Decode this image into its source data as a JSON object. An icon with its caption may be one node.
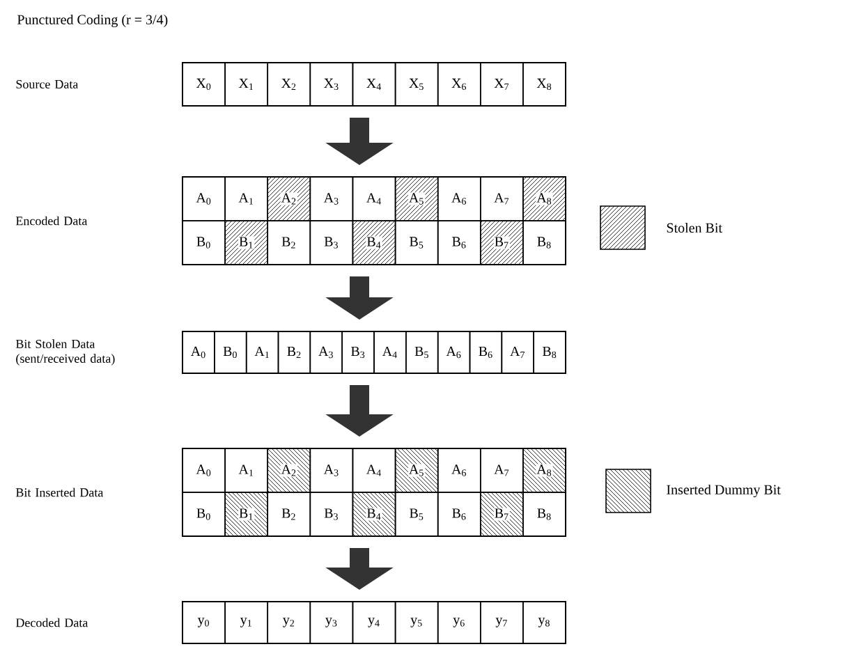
{
  "diagram": {
    "title": "Punctured Coding (r = 3/4)",
    "nodes": [
      {
        "text": [],
        "shape": "box"
      },
      {
        "text": [
          "X$_{0}$"
        ],
        "in": 0
      },
      {
        "text": [
          "X$_{1}$"
        ],
        "in": 0
      },
      {
        "text": [
          "X$_{2}$"
        ],
        "in": 0
      },
      {
        "text": [
          "X$_{3}$"
        ],
        "in": 0
      },
      {
        "text": [
          "X$_{4}$"
        ],
        "in": 0
      },
      {
        "text": [
          "X$_{5}$"
        ],
        "in": 0
      },
      {
        "text": [
          "X$_{6}$"
        ],
        "in": 0
      },
      {
        "text": [
          "X$_{7}$"
        ],
        "in": 0
      },
      {
        "text": [
          "X$_{8}$"
        ],
        "in": 0
      },
      {
        "text": [],
        "shape": "box"
      },
      {
        "text": [
          "A$_{0}$"
        ],
        "in": 10
      },
      {
        "text": [
          "A$_{1}$"
        ],
        "in": 10
      },
      {
        "text": [
          "A$_{2}$"
        ],
        "in": 10
      },
      {
        "text": [
          "A$_{3}$"
        ],
        "in": 10
      },
      {
        "text": [
          "A$_{4}$"
        ],
        "in": 10
      },
      {
        "text": [
          "A$_{5}$"
        ],
        "in": 10
      },
      {
        "text": [
          "A$_{6}$"
        ],
        "in": 10
      },
      {
        "text": [
          "A$_{7}$"
        ],
        "in": 10
      },
      {
        "text": [
          "A$_{8}$"
        ],
        "in": 10
      },
      {
        "text": [
          "B$_{0}$"
        ],
        "in": 10
      },
      {
        "text": [
          "B$_{1}$"
        ],
        "in": 10
      },
      {
        "text": [
          "B$_{2}$"
        ],
        "in": 10
      },
      {
        "text": [
          "B$_{3}$"
        ],
        "in": 10
      },
      {
        "text": [
          "B$_{4}$"
        ],
        "in": 10
      },
      {
        "text": [
          "B$_{5}$"
        ],
        "in": 10
      },
      {
        "text": [
          "B$_{6}$"
        ],
        "in": 10
      },
      {
        "text": [
          "B$_{7}$"
        ],
        "in": 10
      },
      {
        "text": [
          "B$_{8}$"
        ],
        "in": 10
      },
      {
        "text": [],
        "shape": "box"
      },
      {
        "text": [
          "A$_{0}$"
        ],
        "in": 29
      },
      {
        "text": [
          "B$_{0}$"
        ],
        "in": 29
      },
      {
        "text": [
          "A$_{1}$"
        ],
        "in": 29
      },
      {
        "text": [
          "B$_{2}$"
        ],
        "in": 29
      },
      {
        "text": [
          "A$_{3}$"
        ],
        "in": 29
      },
      {
        "text": [
          "B$_{3}$"
        ],
        "in": 29
      },
      {
        "text": [
          "A$_{4}$"
        ],
        "in": 29
      },
      {
        "text": [
          "B$_{5}$"
        ],
        "in": 29
      },
      {
        "text": [
          "A$_{6}$"
        ],
        "in": 29
      },
      {
        "text": [
          "B$_{6}$"
        ],
        "in": 29
      },
      {
        "text": [
          "A$_{7}$"
        ],
        "in": 29
      },
      {
        "text": [
          "B$_{8}$"
        ],
        "in": 29
      },
      {
        "text": [],
        "shape": "box"
      },
      {
        "text": [
          "A$_{0}$"
        ],
        "in": 42
      },
      {
        "text": [
          "A$_{1}$"
        ],
        "in": 42
      },
      {
        "text": [
          "A$_{2}$"
        ],
        "in": 42
      },
      {
        "text": [
          "A$_{3}$"
        ],
        "in": 42
      },
      {
        "text": [
          "A$_{4}$"
        ],
        "in": 42
      },
      {
        "text": [
          "A$_{5}$"
        ],
        "in": 42
      },
      {
        "text": [
          "A$_{6}$"
        ],
        "in": 42
      },
      {
        "text": [
          "A$_{7}$"
        ],
        "in": 42
      },
      {
        "text": [
          "A$_{8}$"
        ],
        "in": 42
      },
      {
        "text": [
          "B$_{0}$"
        ],
        "in": 42
      },
      {
        "text": [
          "B$_{1}$"
        ],
        "in": 42
      },
      {
        "text": [
          "B$_{2}$"
        ],
        "in": 42
      },
      {
        "text": [
          "B$_{3}$"
        ],
        "in": 42
      },
      {
        "text": [
          "B$_{4}$"
        ],
        "in": 42
      },
      {
        "text": [
          "B$_{5}$"
        ],
        "in": 42
      },
      {
        "text": [
          "B$_{6}$"
        ],
        "in": 42
      },
      {
        "text": [
          "B$_{7}$"
        ],
        "in": 42
      },
      {
        "text": [
          "B$_{8}$"
        ],
        "in": 42
      },
      {
        "text": [],
        "shape": "box"
      },
      {
        "text": [
          "y$_{0}$"
        ],
        "in": 61
      },
      {
        "text": [
          "y$_{1}$"
        ],
        "in": 61
      },
      {
        "text": [
          "y$_{2}$"
        ],
        "in": 61
      },
      {
        "text": [
          "y$_{3}$"
        ],
        "in": 61
      },
      {
        "text": [
          "y$_{4}$"
        ],
        "in": 61
      },
      {
        "text": [
          "y$_{5}$"
        ],
        "in": 61
      },
      {
        "text": [
          "y$_{6}$"
        ],
        "in": 61
      },
      {
        "text": [
          "y$_{7}$"
        ],
        "in": 61
      },
      {
        "text": [
          "y$_{8}$"
        ],
        "in": 61
      }
    ],
    "edges": [
      {
        "from": 0,
        "to": 10,
        "arrow": "to"
      },
      {
        "from": 10,
        "to": 29,
        "arrow": "to"
      },
      {
        "from": 29,
        "to": 42,
        "arrow": "to"
      },
      {
        "from": 42,
        "to": 61,
        "arrow": "to"
      }
    ],
    "labels": [
      "Source Data",
      "Encoded Data",
      "Bit Stolen Data (sent/received data)",
      "Bit Inserted Data",
      "Decoded Data"
    ],
    "legend": [
      {
        "text": "Stolen Bit"
      },
      {
        "text": "Inserted Dummy Bit"
      }
    ]
  }
}
